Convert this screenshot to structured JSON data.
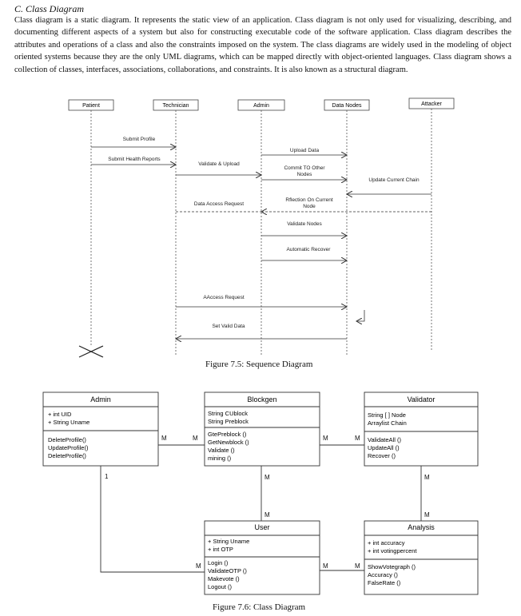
{
  "section": {
    "title": "C.  Class Diagram"
  },
  "paragraphs": [
    "Class diagram is a static diagram. It represents the static view of an application. Class diagram is not only used for visualizing, describing, and documenting different aspects of a system but also for constructing executable code of the software application. Class diagram describes the attributes and operations of a class and also the constraints imposed on the system. The class diagrams are widely used in the modeling of object oriented systems because they are the only UML diagrams, which can be mapped directly with object-oriented languages. Class diagram shows a collection of classes, interfaces, associations, collaborations, and constraints. It is also known as a structural diagram."
  ],
  "sequence": {
    "caption": "Figure 7.5: Sequence Diagram",
    "actors": [
      "Patient",
      "Technician",
      "Admin",
      "Data Nodes",
      "Attacker"
    ],
    "messages": [
      "Submit Profile",
      "Submit Health Reports",
      "Validate & Upload",
      "Upload Data",
      "Commit TO Other",
      "Nodes",
      "Update Current Chain",
      "Rflection On Current",
      "Node",
      "Data Access Request",
      "Validate Nodes",
      "Automatic Recover",
      "AAccess Request",
      "Set Valid Data"
    ]
  },
  "classdiagram": {
    "caption": "Figure 7.6: Class Diagram",
    "classes": {
      "admin": {
        "name": "Admin",
        "attributes": [
          "+ int UID",
          "+ String Uname"
        ],
        "operations": [
          "DeleteProfile()",
          "UpdateProfile()",
          "DeleteProfile()"
        ]
      },
      "blockgen": {
        "name": "Blockgen",
        "attributes": [
          "String CUblock",
          "String Preblock"
        ],
        "operations": [
          "GtePreblock ()",
          "GetNewblock ()",
          "Validate ()",
          "mining ()"
        ]
      },
      "validator": {
        "name": "Validator",
        "attributes": [
          "String [ ] Node",
          "Arraylist Chain"
        ],
        "operations": [
          "ValidateAll ()",
          "UpdateAll ()",
          "Recover ()"
        ]
      },
      "user": {
        "name": "User",
        "attributes": [
          "+ String Uname",
          "+ int OTP"
        ],
        "operations": [
          "Login ()",
          "ValidateOTP ()",
          "Makevote ()",
          "Logout ()"
        ]
      },
      "analysis": {
        "name": "Analysis",
        "attributes": [
          "+ int accuracy",
          "+ int votingpercent"
        ],
        "operations": [
          "ShowVotegraph ()",
          "Accuracy ()",
          "FalseRate ()"
        ]
      }
    },
    "multiplicities": {
      "m": "M",
      "one": "1"
    }
  }
}
